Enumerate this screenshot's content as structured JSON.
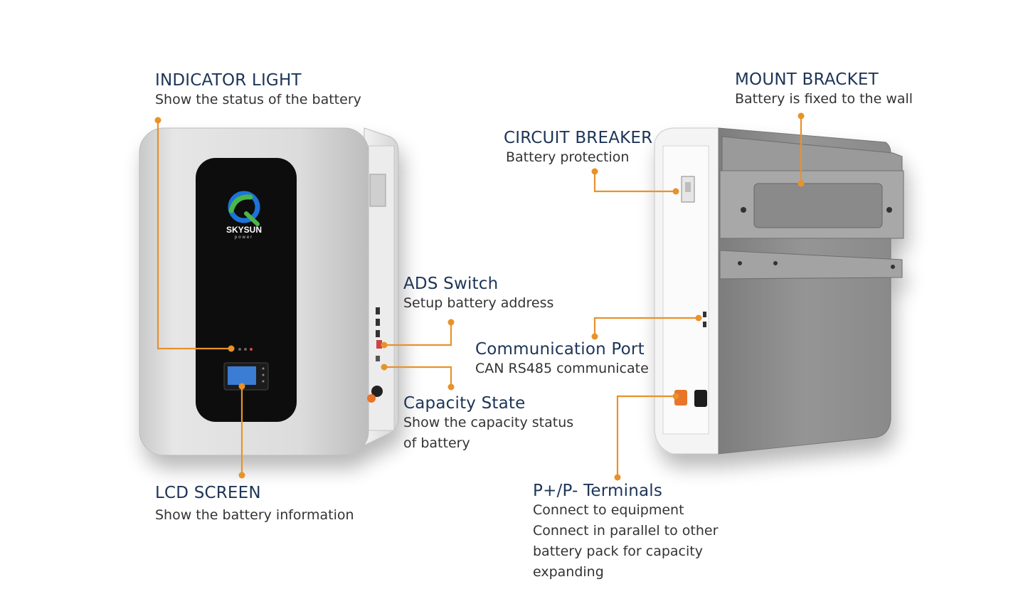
{
  "brand": {
    "name": "SKYSUN",
    "tagline": "power"
  },
  "callouts": {
    "indicator_light": {
      "title": "INDICATOR LIGHT",
      "desc": "Show the status of the battery"
    },
    "lcd_screen": {
      "title": "LCD SCREEN",
      "desc": "Show the battery information"
    },
    "ads_switch": {
      "title": "ADS Switch",
      "desc": "Setup battery address"
    },
    "capacity_state": {
      "title": "Capacity State",
      "desc_1": "Show the capacity status",
      "desc_2": "of battery"
    },
    "communication_port": {
      "title": "Communication Port",
      "desc": "CAN RS485 communicate"
    },
    "circuit_breaker": {
      "title": "CIRCUIT BREAKER",
      "desc": "Battery protection"
    },
    "mount_bracket": {
      "title": "MOUNT BRACKET",
      "desc": "Battery is fixed to the wall"
    },
    "terminals": {
      "title": "P+/P- Terminals",
      "desc_1": "Connect to equipment",
      "desc_2": "Connect in parallel to other",
      "desc_3": "battery pack for capacity",
      "desc_4": "expanding"
    }
  },
  "colors": {
    "leader": "#e8922b",
    "title": "#1d3557",
    "text": "#333333",
    "panel": "#0d0d0d",
    "body": "#d9d9d9",
    "back": "#8f8f8f"
  }
}
